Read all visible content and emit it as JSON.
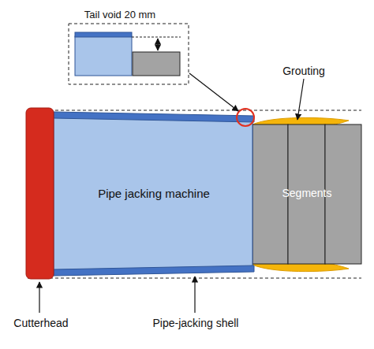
{
  "diagram": {
    "nodes": [
      {
        "text": [
          "Pipe jacking machine"
        ]
      },
      {
        "text": [
          "Segments"
        ]
      }
    ],
    "labels": [
      "Tail void 20 mm",
      "Grouting",
      "Cutterhead",
      "Pipe-jacking shell"
    ]
  }
}
